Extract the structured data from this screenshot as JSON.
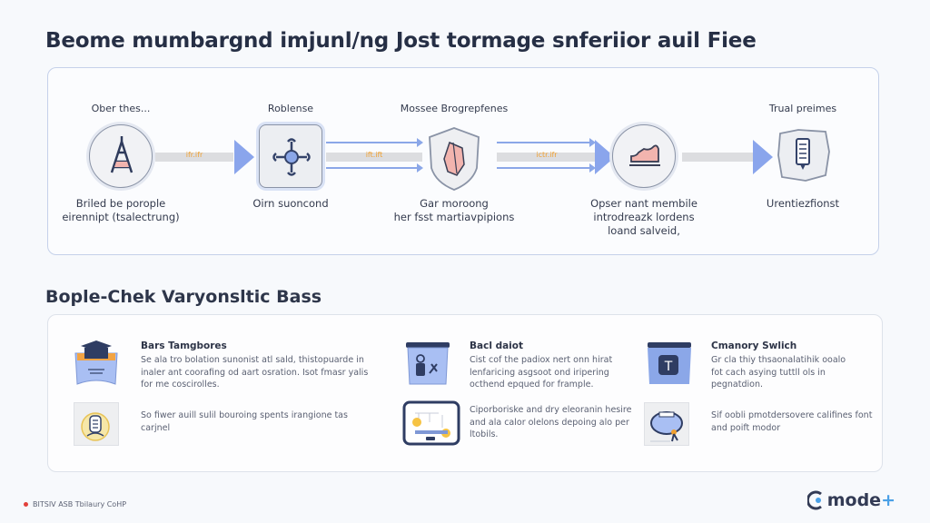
{
  "header": {
    "title": "Beome mumbargnd imjunl/ng Jost tormage snferiior auil Fiee"
  },
  "flow": {
    "stages": [
      {
        "top": "Ober thes...",
        "bottom_lines": [
          "Briled be porople",
          "eirennipt (tsalectrung)"
        ],
        "icon": "tower-icon"
      },
      {
        "top": "Roblense",
        "bottom_lines": [
          "Oirn suoncond"
        ],
        "icon": "network-node-icon"
      },
      {
        "top": "Mossee Brogrepfenes",
        "bottom_lines": [
          "Gar moroong",
          "her fsst martiavpipions"
        ],
        "icon": "shield-map-icon"
      },
      {
        "top": "",
        "bottom_lines": [
          "Opser nant membile",
          "introdreazk lordens",
          "loand salveid,"
        ],
        "icon": "chart-tray-icon"
      },
      {
        "top": "Trual preimes",
        "bottom_lines": [
          "Urentiezfionst"
        ],
        "icon": "document-badge-icon"
      }
    ],
    "connectors": [
      {
        "label": "ifr.ifr"
      },
      {
        "label": "ift.ift"
      },
      {
        "label": "ictr.ifr"
      },
      {
        "label": ""
      }
    ]
  },
  "section": {
    "title": "Bople-Chek Varyonsltic Bass",
    "columns": [
      {
        "items": [
          {
            "icon": "graduation-cap-icon",
            "heading": "Bars Tamgbores",
            "text": "Se ala tro bolation sunonist atl sald, thistopuarde in inaler ant coorafing od aart osration. Isot fmasr yalis for me coscirolles."
          },
          {
            "icon": "document-scroll-icon",
            "heading": "",
            "text": "So fiwer auill sulil bouroing spents irangione tas carjnel"
          }
        ]
      },
      {
        "items": [
          {
            "icon": "user-tools-icon",
            "heading": "Bacl daiot",
            "text": "Cist cof the padiox nert onn hirat lenfaricing asgsoot ond iripering octhend epqued for frample."
          },
          {
            "icon": "monitor-dashboard-icon",
            "heading": "",
            "text": "Ciporboriske and dry eleoranin hesire and ala calor olelons depoing alo per ltobils."
          }
        ]
      },
      {
        "items": [
          {
            "icon": "text-tile-icon",
            "heading": "Cmanory Swlich",
            "text": "Gr cla thiy thsaonalatihik ooalo fot cach asying tuttll ols in pegnatdion."
          },
          {
            "icon": "badge-ribbon-icon",
            "heading": "",
            "text": "Sif oobli pmotdersovere califines font and poift modor"
          }
        ]
      }
    ]
  },
  "footer": {
    "left_text": "BITSIV ASB Tbilaury CoHP",
    "brand": "mode",
    "brand_suffix": "+"
  },
  "colors": {
    "accent_blue": "#8aa5ec",
    "connector_orange": "#f0a030",
    "footer_dot": "#e2413b",
    "brand_plus": "#4aa0e6"
  }
}
